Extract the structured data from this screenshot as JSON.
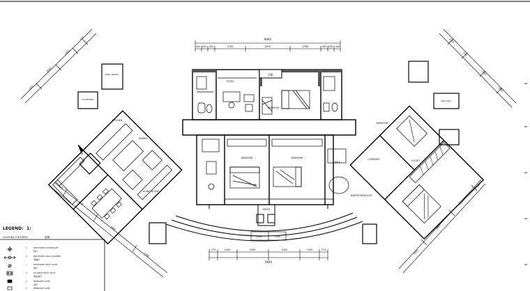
{
  "legend": {
    "title": "LEGEND:",
    "mark": "1:",
    "section": "LIGHTING FIXTURES",
    "section_note": "说明",
    "items": [
      {
        "symbol": "downlight-icon",
        "label": "RECESSED DOWNLIGHT",
        "label_cn": "筒灯"
      },
      {
        "symbol": "wallwasher-icon",
        "label": "RECESSED WALL WASHER",
        "label_cn": "洗墙灯"
      },
      {
        "symbol": "spotlight-icon",
        "label": "RECESSED SPOT LIGHT",
        "label_cn": "射灯"
      },
      {
        "symbol": "double-spot-icon",
        "label": "DOUBLE SPOT LIGHT",
        "label_cn": "双头射灯"
      },
      {
        "symbol": "pendant-icon",
        "label": "PENDANT LAMP",
        "label_cn": "吊灯"
      },
      {
        "symbol": "pendant-icon",
        "label": "PENDANT LAMP",
        "label_cn": "吊灯"
      }
    ]
  },
  "dimensions": {
    "top_total": "9840",
    "top_segments": [
      "300",
      "250",
      "300",
      "2765",
      "2670",
      "2765",
      "300",
      "250",
      "300"
    ],
    "bottom_total": "9840",
    "bottom_segments": [
      "275",
      "1465",
      "3260",
      "3200",
      "1465",
      "275"
    ],
    "bottom_mid": [
      "1000",
      "1000"
    ],
    "left_diag_a": [
      "1200",
      "2050",
      "1300",
      "575"
    ],
    "left_diag_b": [
      "450",
      "2155",
      "3945",
      "1200"
    ],
    "right_diag_a": [
      "2205",
      "575",
      "1250",
      "1200"
    ],
    "right_diag_b": [
      "850",
      "2155",
      "1950",
      "1200"
    ]
  },
  "rooms": {
    "balcony_w": "PLATFORM",
    "dining": "DINING",
    "living": "LIVING ROOM",
    "kitchen": "KITCHEN",
    "maid": "MAID ROOM",
    "study": "STUDY",
    "bed_top": "BEDROOM",
    "bed_mid1": "BEDROOM",
    "bed_mid2": "BEDROOM",
    "bath": "BATH",
    "bed_right_top": "BEDROOM",
    "master": "MASTER BEDROOM",
    "corridor": "CORRIDOR",
    "closet": "CLOSET",
    "balcony": "BALCONY",
    "entry": "ENTRY"
  },
  "north_mark": "N",
  "unit_tag": "CW"
}
